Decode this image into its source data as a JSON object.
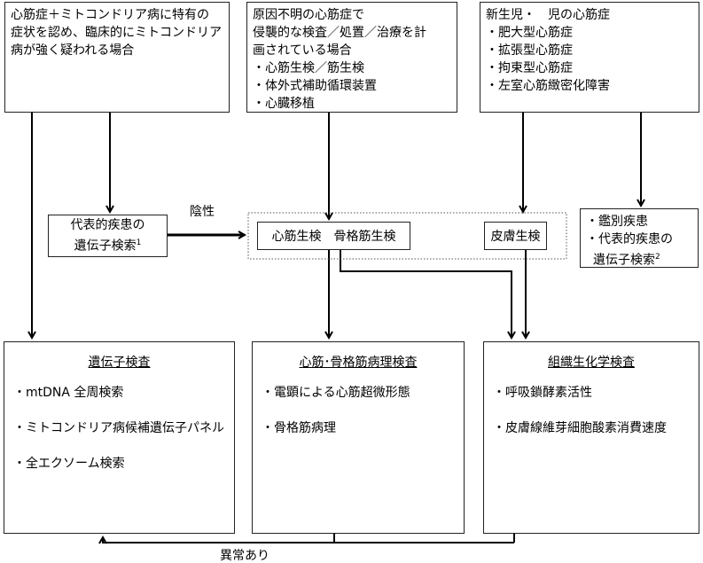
{
  "top_boxes": [
    {
      "lines": [
        "心筋症＋ミトコンドリア病に特有の",
        "症状を認め、臨床的にミトコンドリア",
        "病が強く疑われる場合"
      ]
    },
    {
      "lines": [
        "原因不明の心筋症で",
        "侵襲的な検査／処置／治療を計",
        "画されている場合",
        "・心筋生検／筋生検",
        "・体外式補助循環装置",
        "・心臓移植"
      ]
    },
    {
      "lines": [
        "新生児・　児の心筋症",
        "・肥大型心筋症",
        "・拡張型心筋症",
        "・拘束型心筋症",
        "・左室心筋緻密化障害"
      ]
    }
  ],
  "middle": {
    "gene_test_line1": "代表的疾患の",
    "gene_test_line2": "遺伝子検索",
    "gene_test_sup": "1",
    "negative_label": "陰性",
    "biopsy_muscle": "心筋生検　骨格筋生検",
    "biopsy_skin": "皮膚生検",
    "diff_lines": [
      "・鑑別疾患",
      "・代表的疾患の",
      "遺伝子検索"
    ],
    "diff_sup": "2"
  },
  "bottom_boxes": [
    {
      "title": "遺伝子検査",
      "items": [
        "・mtDNA 全周検索",
        "・ミトコンドリア病候補遺伝子パネル",
        "・全エクソーム検索"
      ]
    },
    {
      "title": "心筋･骨格筋病理検査",
      "items": [
        "・電顕による心筋超微形態",
        "・骨格筋病理"
      ]
    },
    {
      "title": "組織生化学検査",
      "items": [
        "・呼吸鎖酵素活性",
        "・皮膚線維芽細胞酸素消費速度"
      ]
    }
  ],
  "feedback_label": "異常あり"
}
